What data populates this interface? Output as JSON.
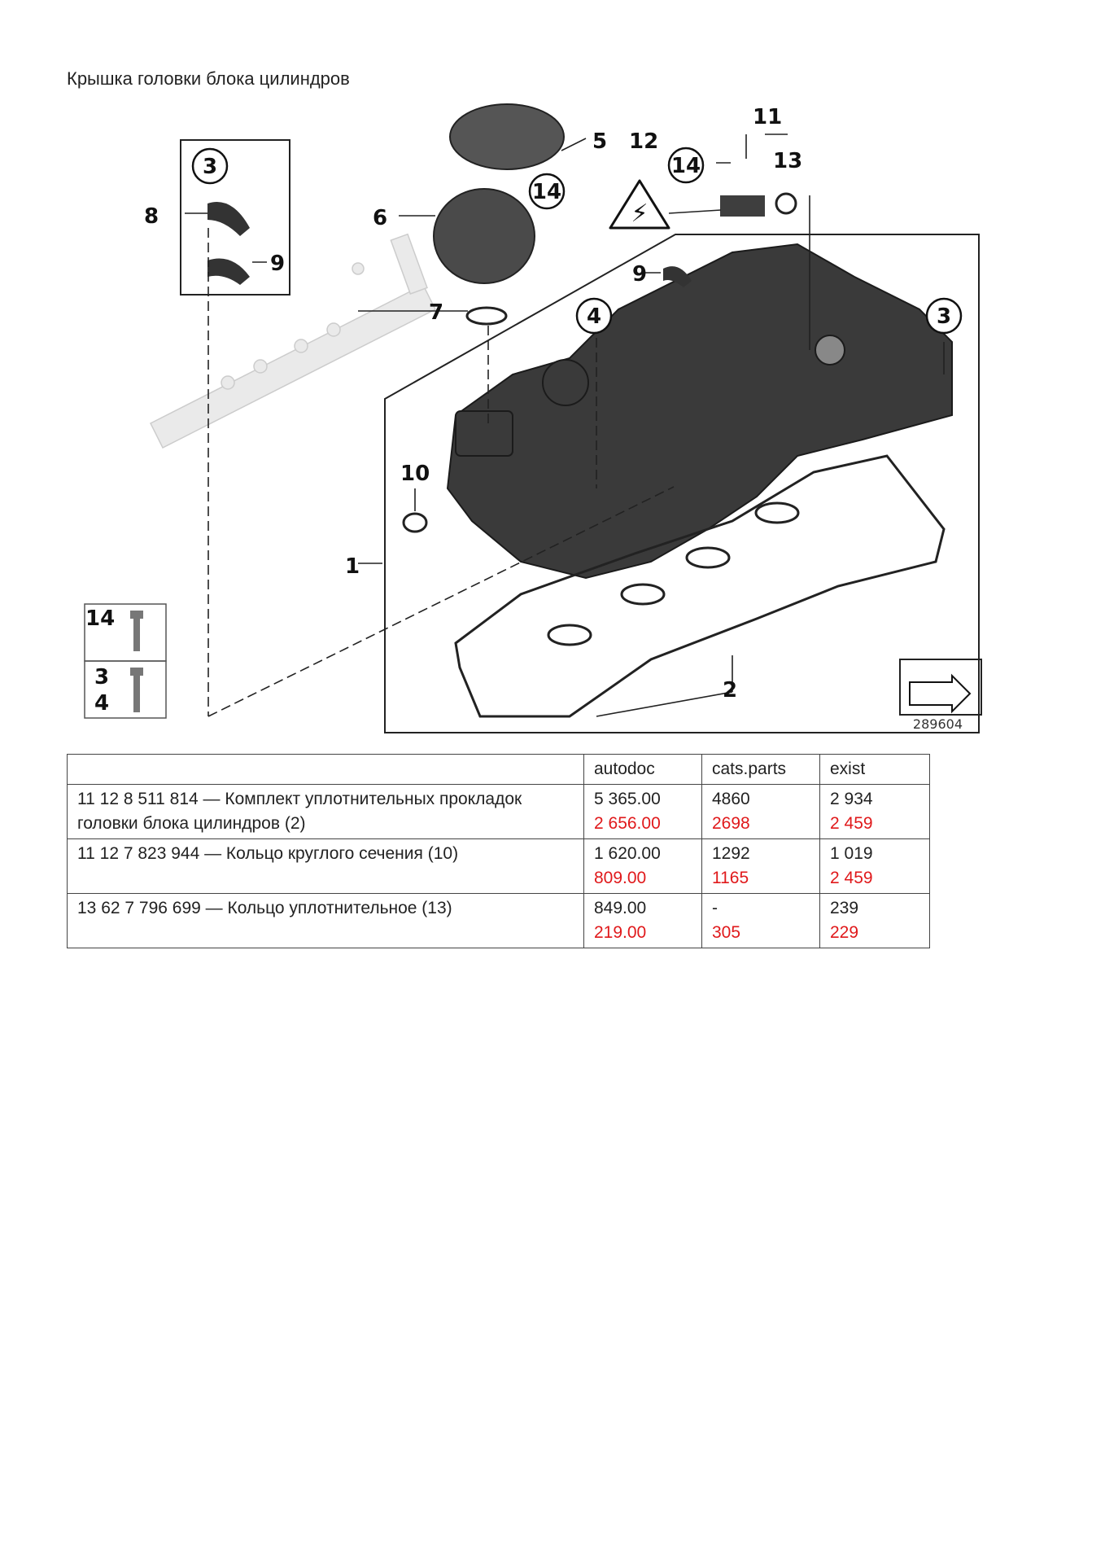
{
  "page": {
    "title": "Крышка головки блока цилиндров"
  },
  "diagram": {
    "ref_number": "289604",
    "callouts": [
      "1",
      "2",
      "3",
      "3",
      "3",
      "4",
      "4",
      "5",
      "6",
      "7",
      "8",
      "9",
      "9",
      "10",
      "11",
      "12",
      "13",
      "14",
      "14",
      "14"
    ]
  },
  "table": {
    "headers": [
      "",
      "autodoc",
      "cats.parts",
      "exist"
    ],
    "rows": [
      {
        "desc_line1": "11 12 8 511 814 — Комплект уплотнительных прокладок",
        "desc_line2": "головки блока цилиндров (2)",
        "autodoc": [
          "5 365.00",
          "2 656.00"
        ],
        "cats": [
          "4860",
          "2698"
        ],
        "exist": [
          "2 934",
          "2 459"
        ]
      },
      {
        "desc_line1": "11 12 7 823 944 — Кольцо круглого сечения (10)",
        "desc_line2": "",
        "autodoc": [
          "1 620.00",
          "809.00"
        ],
        "cats": [
          "1292",
          "1165"
        ],
        "exist": [
          "1 019",
          "2 459"
        ]
      },
      {
        "desc_line1": "13 62 7 796 699 — Кольцо уплотнительное (13)",
        "desc_line2": "",
        "autodoc": [
          "849.00",
          "219.00"
        ],
        "cats": [
          "-",
          "305"
        ],
        "exist": [
          "239",
          "229"
        ]
      }
    ]
  },
  "colors": {
    "discount": "#e0191b",
    "border": "#444444"
  }
}
